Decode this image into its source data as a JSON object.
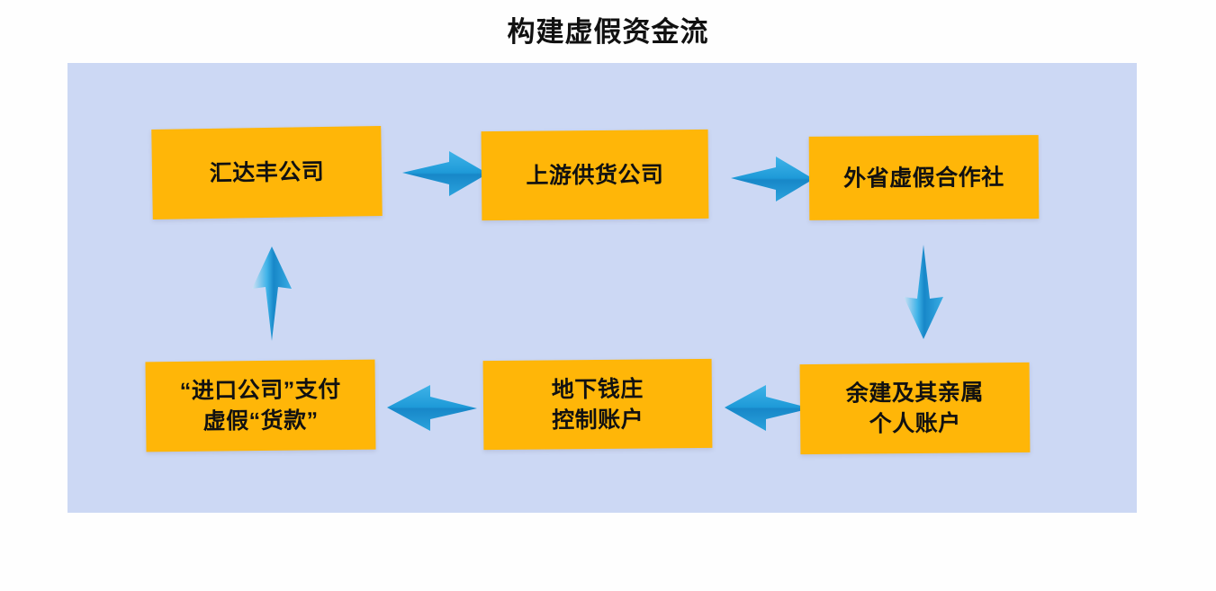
{
  "title": "构建虚假资金流",
  "colors": {
    "panel_background": "#ccd8f4",
    "node_fill": "#ffb608",
    "node_text": "#111111",
    "arrow_light": "#48b6e8",
    "arrow_dark": "#1787c8",
    "page_background": "#ffffff"
  },
  "chart_data": {
    "type": "diagram",
    "title": "构建虚假资金流",
    "nodes": [
      {
        "id": "huidafeng",
        "label": "汇达丰公司",
        "row": "top",
        "column": 1
      },
      {
        "id": "upstream",
        "label": "上游供货公司",
        "row": "top",
        "column": 2
      },
      {
        "id": "coop",
        "label": "外省虚假合作社",
        "row": "top",
        "column": 3
      },
      {
        "id": "import",
        "label": "“进口公司”支付\n虚假“货款”",
        "row": "bottom",
        "column": 1
      },
      {
        "id": "underground",
        "label": "地下钱庄\n控制账户",
        "row": "bottom",
        "column": 2
      },
      {
        "id": "personal",
        "label": "余建及其亲属\n个人账户",
        "row": "bottom",
        "column": 3
      }
    ],
    "edges": [
      {
        "from": "huidafeng",
        "to": "upstream",
        "direction": "right"
      },
      {
        "from": "upstream",
        "to": "coop",
        "direction": "right"
      },
      {
        "from": "coop",
        "to": "personal",
        "direction": "down"
      },
      {
        "from": "personal",
        "to": "underground",
        "direction": "left"
      },
      {
        "from": "underground",
        "to": "import",
        "direction": "left"
      },
      {
        "from": "import",
        "to": "huidafeng",
        "direction": "up"
      }
    ]
  },
  "nodes": {
    "huidafeng": "汇达丰公司",
    "upstream": "上游供货公司",
    "coop": "外省虚假合作社",
    "import": "“进口公司”支付\n虚假“货款”",
    "underground": "地下钱庄\n控制账户",
    "personal": "余建及其亲属\n个人账户"
  },
  "arrows": {
    "huidafeng_to_upstream": "arrow-right-icon",
    "upstream_to_coop": "arrow-right-icon",
    "coop_to_personal": "arrow-down-icon",
    "personal_to_underground": "arrow-left-icon",
    "underground_to_import": "arrow-left-icon",
    "import_to_huidafeng": "arrow-up-icon"
  }
}
